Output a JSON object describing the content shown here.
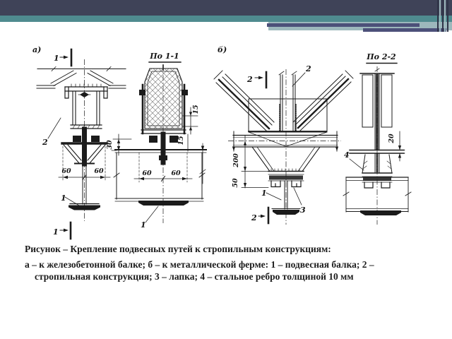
{
  "slide": {
    "colors": {
      "background": "#ffffff",
      "header_dark": "#3f4358",
      "header_teal": "#4f8b8f",
      "header_light_teal": "#9db8bc",
      "header_accent_purple": "#4c5079",
      "drawing_ink": "#1b1b1b"
    },
    "figure": {
      "labels": {
        "view_a": "а)",
        "view_b": "б)",
        "section_a_title": "По 1-1",
        "section_b_title": "По 2-2",
        "cut_a": "1",
        "cut_b": "2",
        "callout_1": "1",
        "callout_2": "2",
        "callout_3": "3",
        "callout_4": "4",
        "dim_60": "60",
        "dim_30": "30",
        "dim_15": "15",
        "dim_200": "200",
        "dim_50": "50",
        "dim_20": "20"
      }
    },
    "caption": {
      "title_line": "Рисунок – Крепление подвесных путей к стропильным конструкциям:",
      "legend_line": "а – к железобетонной балке; б – к металлической ферме: 1 – подвесная балка; 2 – стропильная конструкция; 3 – лапка; 4 – стальное ребро толщиной 10 мм"
    }
  }
}
